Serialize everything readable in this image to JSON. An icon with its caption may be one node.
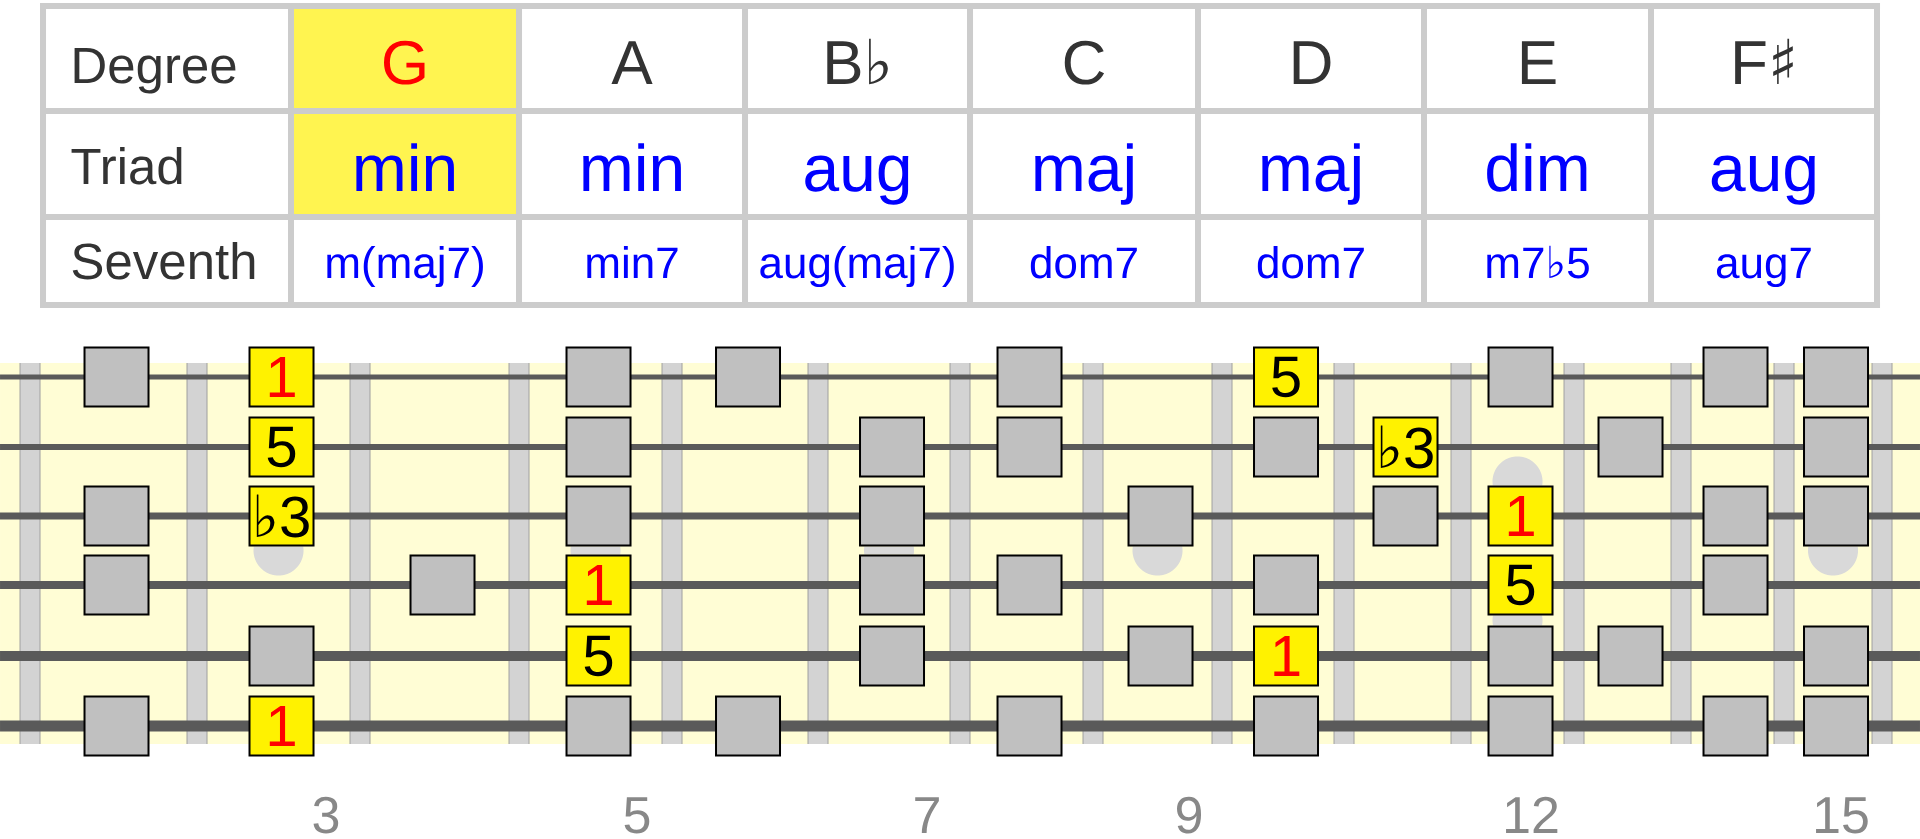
{
  "diagram": {
    "nodes": [
      {
        "text": [],
        "shape": "box"
      },
      {
        "text": [
          "1"
        ]
      },
      {
        "text": [],
        "shape": "box"
      },
      {
        "text": [],
        "shape": "box"
      },
      {
        "text": [],
        "shape": "box"
      },
      {
        "text": [
          "5"
        ]
      },
      {
        "text": [],
        "shape": "box"
      },
      {
        "text": [],
        "shape": "box"
      },
      {
        "text": [],
        "shape": "box"
      },
      {
        "text": [
          "5"
        ]
      },
      {
        "text": [],
        "shape": "box"
      },
      {
        "text": [],
        "shape": "box"
      },
      {
        "text": [],
        "shape": "box"
      },
      {
        "text": [],
        "shape": "box"
      },
      {
        "text": [
          "♭3"
        ]
      },
      {
        "text": [],
        "shape": "box"
      },
      {
        "text": [],
        "shape": "box"
      },
      {
        "text": [],
        "shape": "box"
      },
      {
        "text": [
          "♭3"
        ]
      },
      {
        "text": [],
        "shape": "box"
      },
      {
        "text": [],
        "shape": "box"
      },
      {
        "text": [],
        "shape": "box"
      },
      {
        "text": [],
        "shape": "box"
      },
      {
        "text": [
          "1"
        ]
      },
      {
        "text": [],
        "shape": "box"
      },
      {
        "text": [],
        "shape": "box"
      },
      {
        "text": [],
        "shape": "box"
      },
      {
        "text": [],
        "shape": "box"
      },
      {
        "text": [
          "1"
        ]
      },
      {
        "text": [],
        "shape": "box"
      },
      {
        "text": [],
        "shape": "box"
      },
      {
        "text": [],
        "shape": "box"
      },
      {
        "text": [
          "5"
        ]
      },
      {
        "text": [],
        "shape": "box"
      },
      {
        "text": [],
        "shape": "box"
      },
      {
        "text": [
          "5"
        ]
      },
      {
        "text": [],
        "shape": "box"
      },
      {
        "text": [],
        "shape": "box"
      },
      {
        "text": [
          "1"
        ]
      },
      {
        "text": [],
        "shape": "box"
      },
      {
        "text": [],
        "shape": "box"
      },
      {
        "text": [],
        "shape": "box"
      },
      {
        "text": [],
        "shape": "box"
      },
      {
        "text": [
          "1"
        ]
      },
      {
        "text": [],
        "shape": "box"
      },
      {
        "text": [],
        "shape": "box"
      },
      {
        "text": [],
        "shape": "box"
      },
      {
        "text": [],
        "shape": "box"
      },
      {
        "text": [],
        "shape": "box"
      },
      {
        "text": [],
        "shape": "box"
      },
      {
        "text": [],
        "shape": "box"
      }
    ],
    "labels": [
      "Degree",
      "G",
      "A",
      "B♭",
      "C",
      "D",
      "E",
      "F♯",
      "Triad",
      "min",
      "min",
      "aug",
      "maj",
      "maj",
      "dim",
      "aug",
      "Seventh",
      "m(maj7)",
      "min7",
      "aug(maj7)",
      "dom7",
      "dom7",
      "m7♭5",
      "aug7",
      "3",
      "5",
      "7",
      "9",
      "12",
      "15"
    ]
  }
}
